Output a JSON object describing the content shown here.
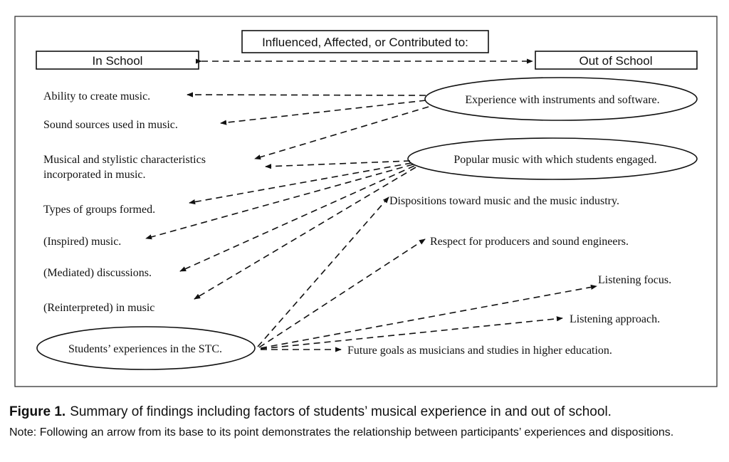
{
  "diagram": {
    "header": "Influenced, Affected, or Contributed to:",
    "in_school": "In School",
    "out_of_school": "Out of School",
    "left_items": [
      "Ability to create music.",
      "Sound sources used in music.",
      "Musical and stylistic characteristics",
      "incorporated in music.",
      "Types of groups formed.",
      "(Inspired) music.",
      "(Mediated) discussions.",
      "(Reinterpreted) in music"
    ],
    "sources": {
      "instruments": "Experience with instruments and software.",
      "popular": "Popular music  with which students  engaged.",
      "stc": "Students’ experiences in the  STC."
    },
    "right_items": [
      "Dispositions toward music  and the music industry.",
      "Respect for producers and sound engineers.",
      "Listening focus.",
      "Listening approach.",
      "Future goals as musicians and studies in higher education."
    ]
  },
  "caption": {
    "figure_label": "Figure 1.",
    "title": "Summary of findings including factors of students’ musical experience in and out of school.",
    "note": "Note: Following an arrow from its base to its point demonstrates the relationship between participants’ experiences and dispositions."
  },
  "colors": {
    "ink": "#111111",
    "frame": "#333333"
  }
}
